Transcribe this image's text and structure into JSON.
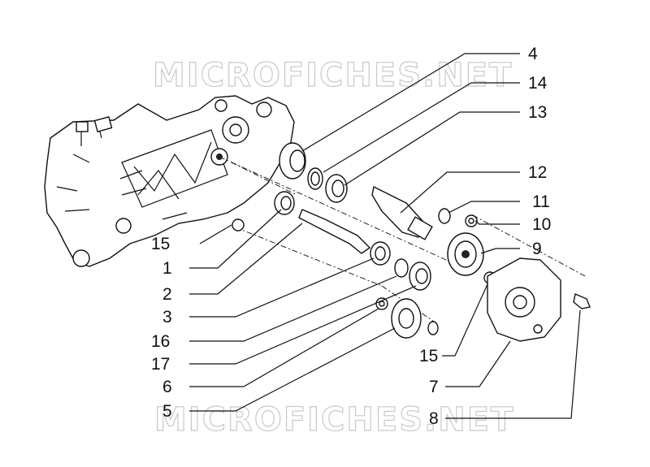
{
  "watermark": {
    "top": "MICROFICHES.NET",
    "bottom": "MICROFICHES.NET"
  },
  "callouts": [
    {
      "id": "c4",
      "label": "4"
    },
    {
      "id": "c14",
      "label": "14"
    },
    {
      "id": "c13",
      "label": "13"
    },
    {
      "id": "c12",
      "label": "12"
    },
    {
      "id": "c11",
      "label": "11"
    },
    {
      "id": "c10",
      "label": "10"
    },
    {
      "id": "c9",
      "label": "9"
    },
    {
      "id": "c15a",
      "label": "15"
    },
    {
      "id": "c1",
      "label": "1"
    },
    {
      "id": "c2",
      "label": "2"
    },
    {
      "id": "c3",
      "label": "3"
    },
    {
      "id": "c16",
      "label": "16"
    },
    {
      "id": "c17",
      "label": "17"
    },
    {
      "id": "c6",
      "label": "6"
    },
    {
      "id": "c15b",
      "label": "15"
    },
    {
      "id": "c7",
      "label": "7"
    },
    {
      "id": "c5",
      "label": "5"
    },
    {
      "id": "c8",
      "label": "8"
    }
  ]
}
